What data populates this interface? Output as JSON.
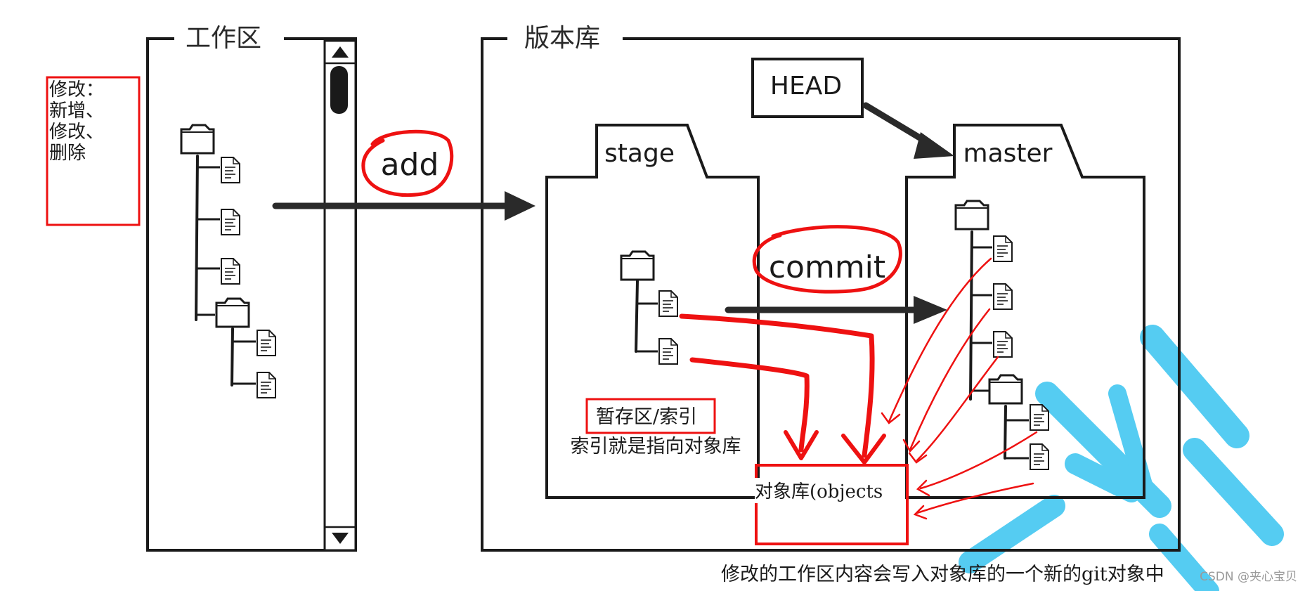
{
  "diagram": {
    "workspace": {
      "title": "工作区"
    },
    "repository": {
      "title": "版本库"
    },
    "head_label": "HEAD",
    "stage_tab": "stage",
    "master_tab": "master",
    "add_label": "add",
    "commit_label": "commit",
    "annotations": {
      "modify_lines": [
        "修改：",
        "新增、",
        "修改、",
        "删除"
      ],
      "staging_label": "暂存区/索引",
      "index_note": "索引就是指向对象库",
      "objects_label": "对象库(objects",
      "bottom_note": "修改的工作区内容会写入对象库的一个新的git对象中"
    },
    "watermark": "CSDN @夹心宝贝",
    "colors": {
      "ink": "#1a1a1a",
      "annotation_red": "#ee1111",
      "watermark_blue": "#55ccf2"
    }
  }
}
